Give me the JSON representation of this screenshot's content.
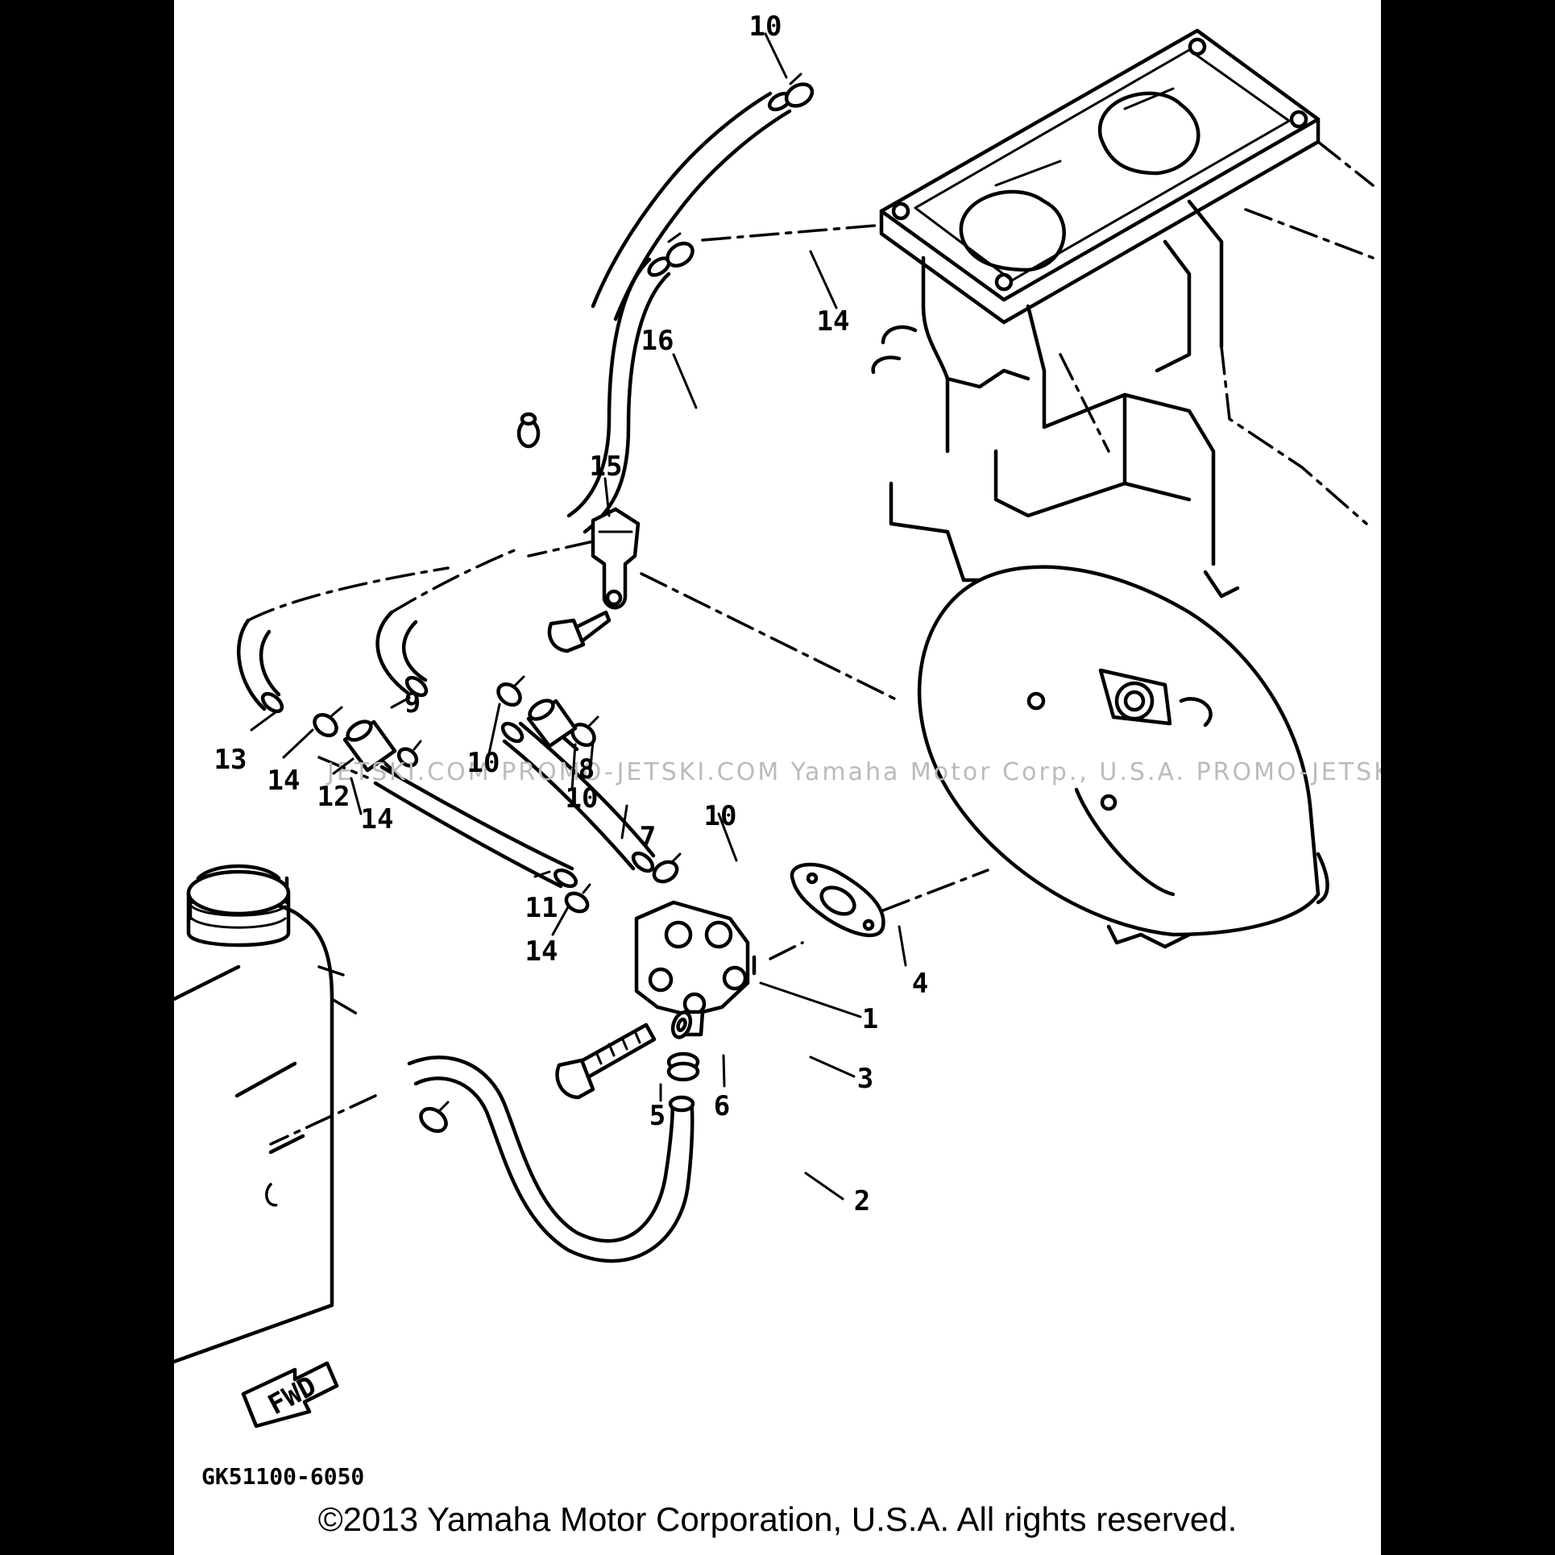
{
  "diagram": {
    "drawing_code": "GK51100-6050",
    "copyright": "©2013 Yamaha Motor Corporation, U.S.A. All rights reserved.",
    "watermark": "JETSKI.COM   PROMO-JETSKI.COM   Yamaha Motor Corp., U.S.A.   PROMO-JETSKI.COM",
    "fwd_label": "FWD",
    "colors": {
      "background": "#000000",
      "panel": "#ffffff",
      "ink": "#000000"
    },
    "callouts": [
      {
        "id": "c10a",
        "label": "10"
      },
      {
        "id": "c14a",
        "label": "14"
      },
      {
        "id": "c16",
        "label": "16"
      },
      {
        "id": "c15",
        "label": "15"
      },
      {
        "id": "c9a",
        "label": "9"
      },
      {
        "id": "c13",
        "label": "13"
      },
      {
        "id": "c14b",
        "label": "14"
      },
      {
        "id": "c12",
        "label": "12"
      },
      {
        "id": "c14c",
        "label": "14"
      },
      {
        "id": "c10b",
        "label": "10"
      },
      {
        "id": "c8",
        "label": "8"
      },
      {
        "id": "c10c",
        "label": "10"
      },
      {
        "id": "c7",
        "label": "7"
      },
      {
        "id": "c10d",
        "label": "10"
      },
      {
        "id": "c11",
        "label": "11"
      },
      {
        "id": "c14d",
        "label": "14"
      },
      {
        "id": "c4",
        "label": "4"
      },
      {
        "id": "c1",
        "label": "1"
      },
      {
        "id": "c3",
        "label": "3"
      },
      {
        "id": "c6",
        "label": "6"
      },
      {
        "id": "c5",
        "label": "5"
      },
      {
        "id": "c2",
        "label": "2"
      }
    ]
  }
}
